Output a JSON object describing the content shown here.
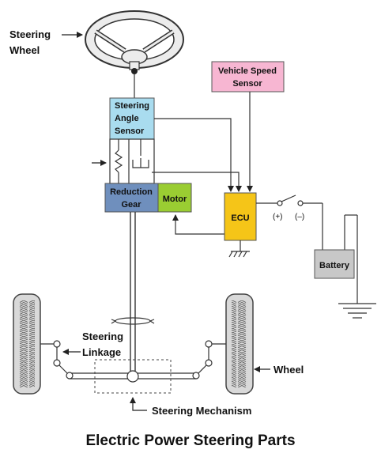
{
  "labels": {
    "steering_wheel_line1": "Steering",
    "steering_wheel_line2": "Wheel",
    "steering_angle_sensor_line1": "Steering",
    "steering_angle_sensor_line2": "Angle",
    "steering_angle_sensor_line3": "Sensor",
    "vehicle_speed_sensor_line1": "Vehicle Speed",
    "vehicle_speed_sensor_line2": "Sensor",
    "reduction_gear_line1": "Reduction",
    "reduction_gear_line2": "Gear",
    "motor": "Motor",
    "ecu": "ECU",
    "plus": "(+)",
    "minus": "(–)",
    "battery": "Battery",
    "steering_linkage_line1": "Steering",
    "steering_linkage_line2": "Linkage",
    "wheel": "Wheel",
    "steering_mechanism": "Steering Mechanism"
  },
  "title": "Electric Power Steering Parts",
  "colors": {
    "angle_sensor": "#a9dcef",
    "speed_sensor": "#f7b6d2",
    "reduction_gear": "#6f8fbd",
    "motor": "#9acd32",
    "ecu": "#f5c518",
    "battery": "#c8c8c8",
    "tire": "#d9d9d9"
  }
}
